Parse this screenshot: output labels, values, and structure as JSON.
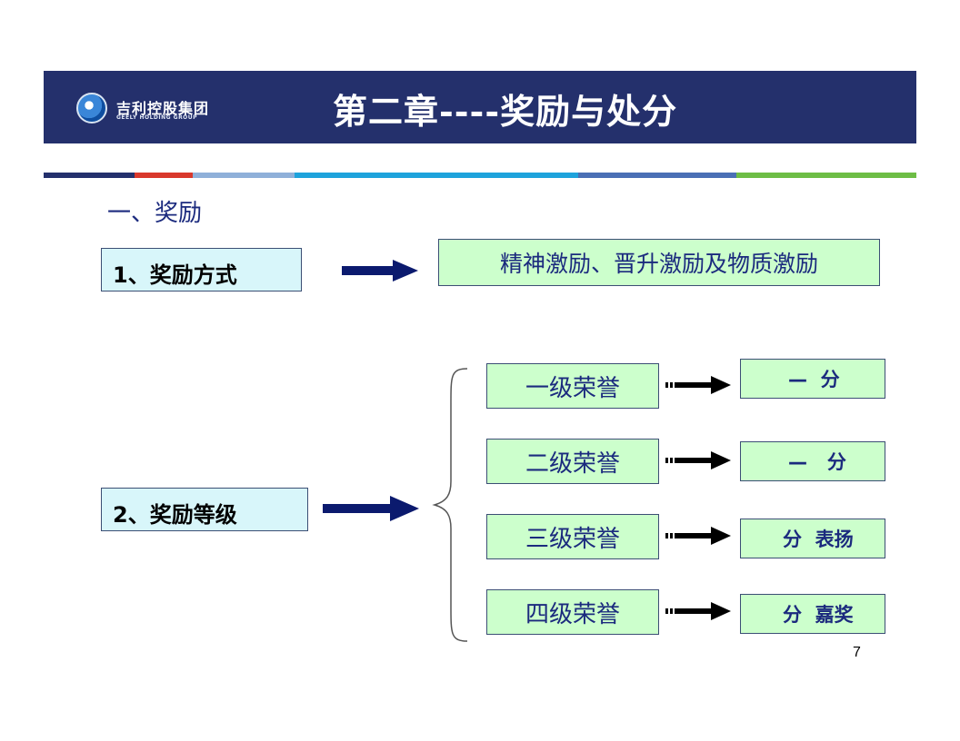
{
  "header": {
    "logo_name": "吉利控股集团",
    "logo_sub": "GEELY HOLDING GROUP",
    "title": "第二章----奖励与处分",
    "bg_color": "#24306c",
    "logo_icon": "geely-globe-logo-icon"
  },
  "stripe_colors": [
    "#24306c",
    "#d9382c",
    "#8fb0d9",
    "#1ea3dc",
    "#4a6fb5",
    "#6dbd45"
  ],
  "section": {
    "title": "一、奖励"
  },
  "reward_method": {
    "label": "1、奖励方式",
    "description": "精神激励、晋升激励及物质激励"
  },
  "reward_levels": {
    "label": "2、奖励等级",
    "levels": [
      {
        "name": "一级荣誉",
        "reward": "—  分"
      },
      {
        "name": "二级荣誉",
        "reward": "—   分"
      },
      {
        "name": "三级荣誉",
        "reward": "分  表扬"
      },
      {
        "name": "四级荣誉",
        "reward": "分  嘉奖"
      }
    ]
  },
  "page_number": "7"
}
